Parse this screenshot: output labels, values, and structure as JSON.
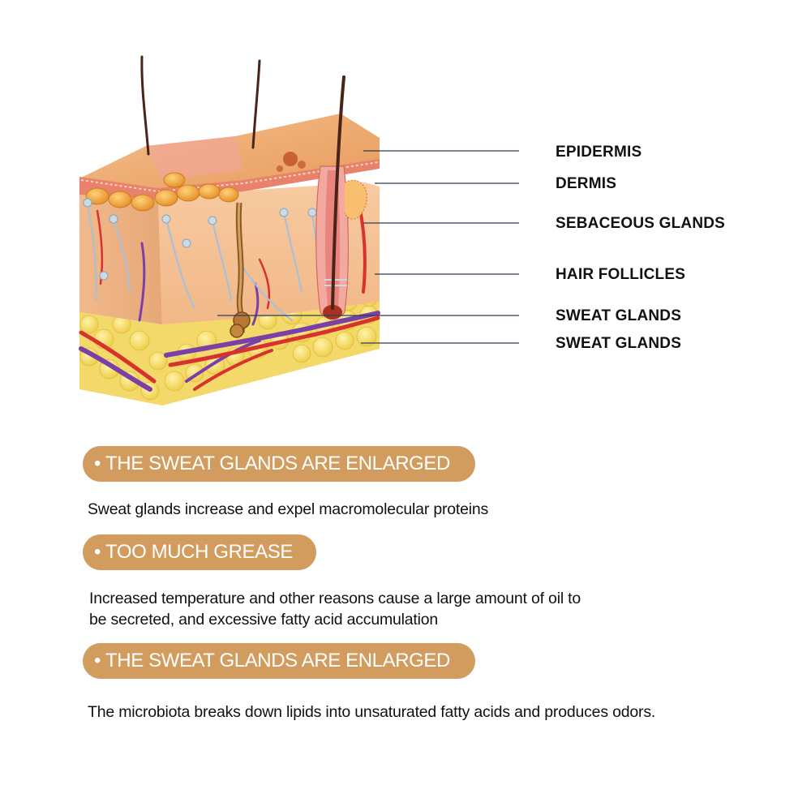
{
  "labels": [
    {
      "text": "EPIDERMIS"
    },
    {
      "text": "DERMIS"
    },
    {
      "text": "SEBACEOUS GLANDS"
    },
    {
      "text": "HAIR FOLLICLES"
    },
    {
      "text": "SWEAT GLANDS"
    },
    {
      "text": "SWEAT GLANDS"
    }
  ],
  "sections": [
    {
      "heading": "THE SWEAT GLANDS ARE ENLARGED",
      "lines": [
        "Sweat glands increase and expel macromolecular proteins"
      ]
    },
    {
      "heading": "TOO MUCH GREASE",
      "lines": [
        "Increased temperature and other reasons cause a large amount of oil to",
        "be secreted, and excessive fatty acid accumulation"
      ]
    },
    {
      "heading": "THE SWEAT GLANDS ARE ENLARGED",
      "lines": [
        "The microbiota breaks down lipids into unsaturated fatty acids and produces odors."
      ]
    }
  ],
  "bullet": "•",
  "colors": {
    "pill": "#d29c5f",
    "leader_line": "#2f3f52",
    "skin_surface": "#f0b27a",
    "dermis": "#f6c49a",
    "fat": "#f5dd6a",
    "vein": "#7b3fa8",
    "artery": "#d8322f",
    "nerve": "#9fb8cf",
    "hair": "#4a2418"
  }
}
